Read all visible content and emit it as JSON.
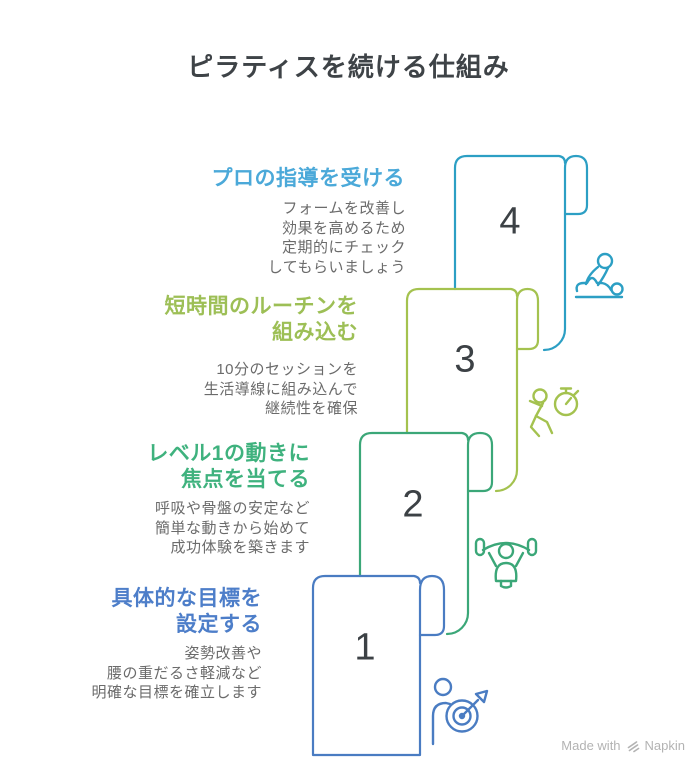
{
  "title": "ピラティスを続ける仕組み",
  "steps": [
    {
      "number": "1",
      "heading": "具体的な目標を\n設定する",
      "description": "姿勢改善や\n腰の重だるさ軽減など\n明確な目標を確立します",
      "heading_color": "#4d7ec9",
      "scroll_color": "#4a7cc2",
      "icon": "goal-target-icon"
    },
    {
      "number": "2",
      "heading": "レベル1の動きに\n焦点を当てる",
      "description": "呼吸や骨盤の安定など\n簡単な動きから始めて\n成功体験を築きます",
      "heading_color": "#3fb27e",
      "scroll_color": "#3ba778",
      "icon": "exercise-person-icon"
    },
    {
      "number": "3",
      "heading": "短時間のルーチンを\n組み込む",
      "description": "10分のセッションを\n生活導線に組み込んで\n継続性を確保",
      "heading_color": "#9dbf56",
      "scroll_color": "#a4c24f",
      "icon": "runner-stopwatch-icon"
    },
    {
      "number": "4",
      "heading": "プロの指導を受ける",
      "description": "フォームを改善し\n効果を高めるため\n定期的にチェック\nしてもらいましょう",
      "heading_color": "#4ba9d9",
      "scroll_color": "#2c9fc4",
      "icon": "massage-icon"
    }
  ],
  "footer": {
    "label": "Made with",
    "brand": "Napkin"
  }
}
